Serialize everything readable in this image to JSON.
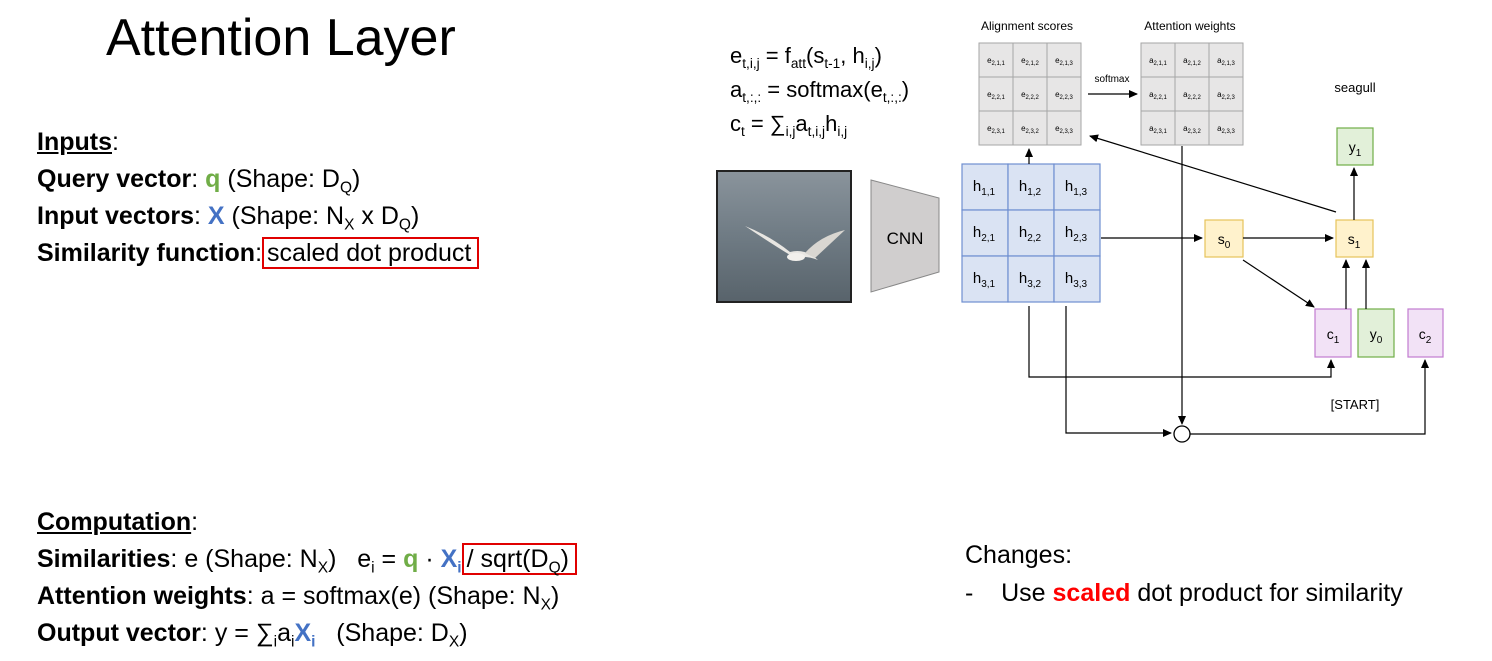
{
  "title": "Attention Layer",
  "inputs": {
    "heading": "Inputs",
    "query_label": "Query vector",
    "query_sym": "q",
    "query_shape_pre": "(Shape: D",
    "query_shape_sub": "Q",
    "query_shape_post": ")",
    "input_label": "Input vectors",
    "input_sym": "X",
    "input_shape_pre": "(Shape: N",
    "input_shape_sub1": "X",
    "input_shape_mid": " x D",
    "input_shape_sub2": "Q",
    "input_shape_post": ")",
    "sim_label": "Similarity function",
    "sim_value": "scaled dot product"
  },
  "computation": {
    "heading": "Computation",
    "sim_label": "Similarities",
    "sim_text_pre": "e (Shape: N",
    "sim_text_sub": "X",
    "sim_text_post": ")",
    "sim_eq_pre": "e",
    "sim_eq_sub": "i",
    "sim_eq_eq": " = ",
    "sim_eq_q": "q",
    "sim_eq_dot": " · ",
    "sim_eq_X": "X",
    "sim_eq_Xsub": "i",
    "sim_eq_scale": "/ sqrt(D",
    "sim_eq_scale_sub": "Q",
    "sim_eq_scale_post": ")",
    "att_label": "Attention weights",
    "att_text_pre": "a = softmax(e)  (Shape: N",
    "att_text_sub": "X",
    "att_text_post": ")",
    "out_label": "Output vector",
    "out_pre": "y = ∑",
    "out_sub1": "i",
    "out_a": "a",
    "out_sub2": "i",
    "out_X": "X",
    "out_Xsub": "i",
    "out_shape_pre": "   (Shape: D",
    "out_shape_sub": "X",
    "out_shape_post": ")"
  },
  "changes": {
    "heading": "Changes:",
    "dash": "-",
    "pre": "Use ",
    "highlight": "scaled",
    "post": " dot product for similarity"
  },
  "formulas": {
    "f1_pre": "e",
    "f1_sub": "t,i,j",
    "f1_mid": " = f",
    "f1_sub2": "att",
    "f1_post1": "(s",
    "f1_sub3": "t-1",
    "f1_post2": ", h",
    "f1_sub4": "i,j",
    "f1_post3": ")",
    "f2_pre": "a",
    "f2_sub": "t,:,:",
    "f2_mid": " = softmax(e",
    "f2_sub2": "t,:,:",
    "f2_post": ")",
    "f3_pre": "c",
    "f3_sub": "t",
    "f3_mid": " = ∑",
    "f3_sub2": "i,j",
    "f3_a": "a",
    "f3_sub3": "t,i,j",
    "f3_h": "h",
    "f3_sub4": "i,j"
  },
  "diagram": {
    "alignment_title": "Alignment scores",
    "attention_title": "Attention weights",
    "softmax_label": "softmax",
    "e_cells": [
      "e2,1,1",
      "e2,1,2",
      "e2,1,3",
      "e2,2,1",
      "e2,2,2",
      "e2,2,3",
      "e2,3,1",
      "e2,3,2",
      "e2,3,3"
    ],
    "a_cells": [
      "a2,1,1",
      "a2,1,2",
      "a2,1,3",
      "a2,2,1",
      "a2,2,2",
      "a2,2,3",
      "a2,3,1",
      "a2,3,2",
      "a2,3,3"
    ],
    "h_cells": [
      [
        "h",
        "1,1"
      ],
      [
        "h",
        "1,2"
      ],
      [
        "h",
        "1,3"
      ],
      [
        "h",
        "2,1"
      ],
      [
        "h",
        "2,2"
      ],
      [
        "h",
        "2,3"
      ],
      [
        "h",
        "3,1"
      ],
      [
        "h",
        "3,2"
      ],
      [
        "h",
        "3,3"
      ]
    ],
    "cnn_label": "CNN",
    "s0": [
      "s",
      "0"
    ],
    "s1": [
      "s",
      "1"
    ],
    "y1": [
      "y",
      "1"
    ],
    "y0": [
      "y",
      "0"
    ],
    "c1": [
      "c",
      "1"
    ],
    "c2": [
      "c",
      "2"
    ],
    "seagull_label": "seagull",
    "start_label": "[START]",
    "colors": {
      "grid_blue": "#dae3f3",
      "grid_blue_border": "#6f8fd0",
      "gray_cell": "#e7e6e6",
      "gray_border": "#a6a6a6",
      "yellow": "#fff2cc",
      "yellow_border": "#e6c35a",
      "green": "#e2f0d9",
      "green_border": "#70ad47",
      "purple": "#f2e2f6",
      "purple_border": "#c27bd0",
      "cnn": "#d0cece"
    }
  }
}
